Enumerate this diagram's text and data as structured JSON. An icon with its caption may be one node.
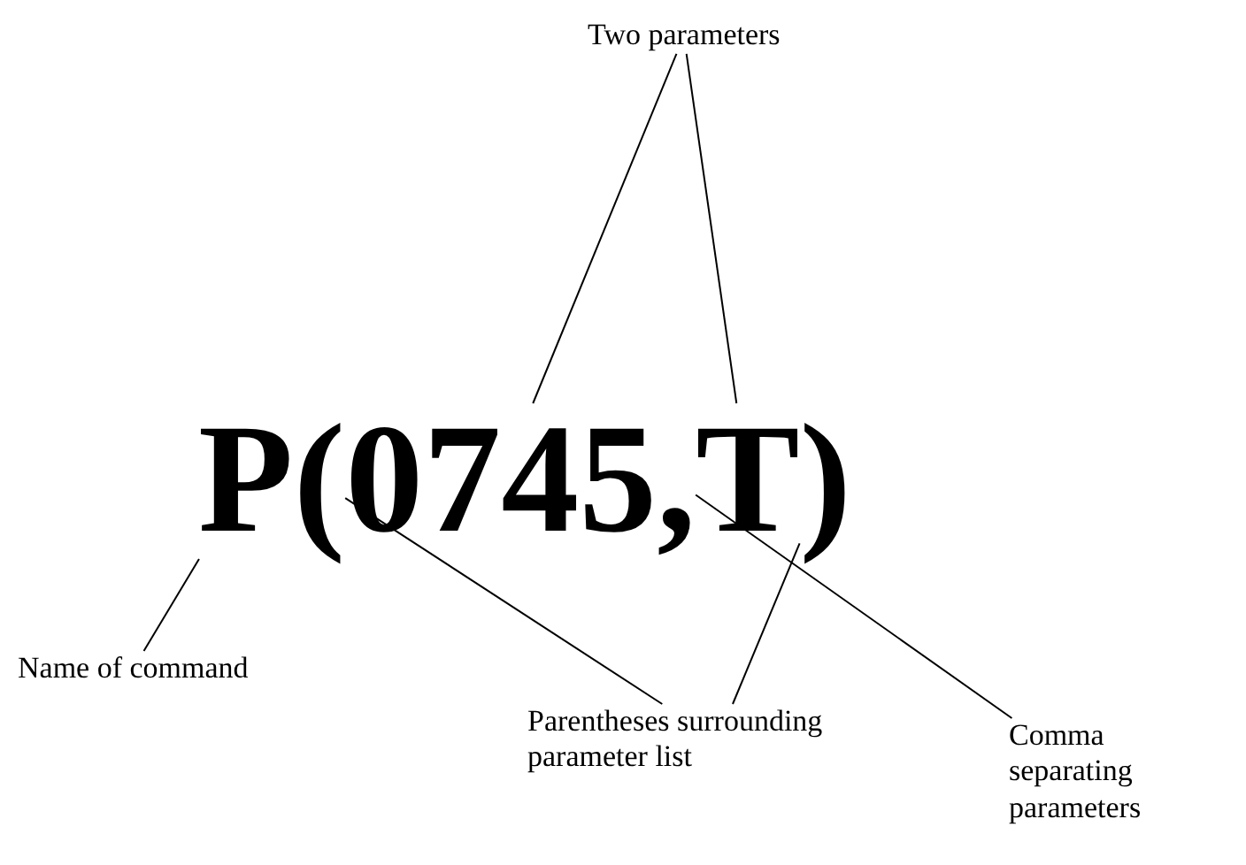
{
  "diagram": {
    "nodes": [
      {
        "text": [
          "Two parameters"
        ]
      },
      {
        "text": [
          "P"
        ]
      },
      {
        "text": [
          "("
        ]
      },
      {
        "text": [
          "0745"
        ]
      },
      {
        "text": [
          ","
        ]
      },
      {
        "text": [
          "T"
        ]
      },
      {
        "text": [
          ")"
        ]
      },
      {
        "text": [
          "Name of command"
        ]
      },
      {
        "text": [
          "Parentheses surrounding parameter list"
        ]
      },
      {
        "text": [
          "Comma separating parameters"
        ]
      }
    ],
    "edges": [
      {
        "from": 0,
        "to": 3,
        "arrow": "none"
      },
      {
        "from": 0,
        "to": 5,
        "arrow": "none"
      },
      {
        "from": 7,
        "to": 1,
        "arrow": "none"
      },
      {
        "from": 8,
        "to": 2,
        "arrow": "none"
      },
      {
        "from": 8,
        "to": 6,
        "arrow": "none"
      },
      {
        "from": 9,
        "to": 4,
        "arrow": "none"
      }
    ]
  }
}
